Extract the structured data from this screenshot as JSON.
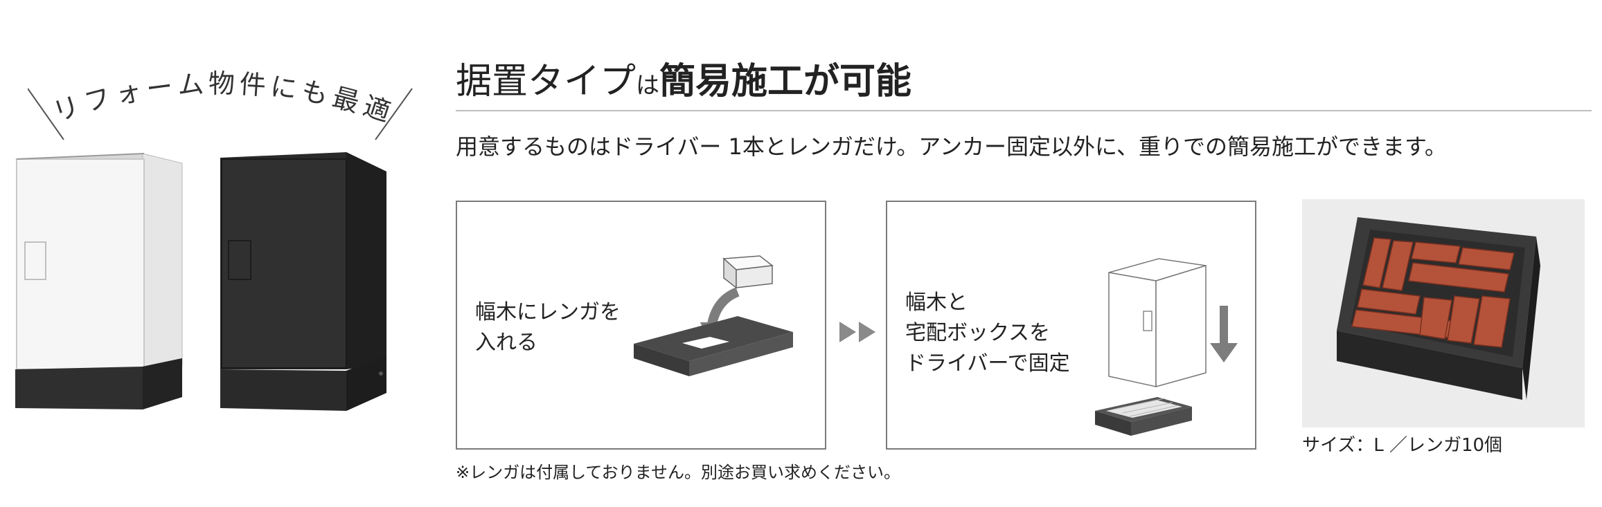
{
  "hero": {
    "tagline_chars": [
      "リ",
      "フ",
      "ォ",
      "ー",
      "ム",
      "物",
      "件",
      "に",
      "も",
      "最",
      "適"
    ]
  },
  "header": {
    "title_part1": "据置タイプ",
    "title_particle": "は",
    "title_part2": "簡易施工が可能",
    "description": "用意するものはドライバー 1本とレンガだけ。アンカー固定以外に、重りでの簡易施工ができます。"
  },
  "steps": [
    {
      "lines": [
        "幅木にレンガを",
        "入れる"
      ]
    },
    {
      "lines": [
        "幅木と",
        "宅配ボックスを",
        "ドライバーで固定"
      ]
    }
  ],
  "note": "※レンガは付属しておりません。別途お買い求めください。",
  "photo": {
    "caption": "サイズ：L ／レンガ10個"
  },
  "colors": {
    "white_box": "#f4f4f4",
    "dark_box": "#2e2e2e",
    "base": "#333333",
    "brick": "#b5533a",
    "panel_border": "#7a7a7a",
    "arrow": "#7d7d7d"
  }
}
